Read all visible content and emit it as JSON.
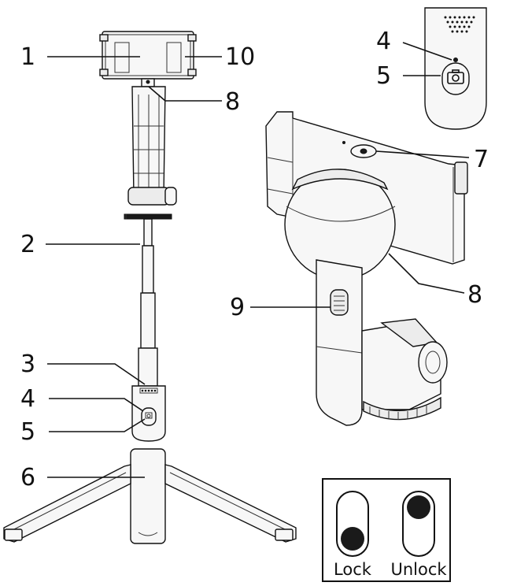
{
  "callouts": {
    "c1": "1",
    "c2": "2",
    "c3": "3",
    "c4_main": "4",
    "c5_main": "5",
    "c6": "6",
    "c4_inset": "4",
    "c5_inset": "5",
    "c7": "7",
    "c8_top": "8",
    "c8_head": "8",
    "c9": "9",
    "c10": "10"
  },
  "switch_legend": {
    "lock_label": "Lock",
    "unlock_label": "Unlock"
  },
  "colors": {
    "line": "#111111",
    "fill": "#f7f7f7",
    "knob": "#1a1a1a"
  }
}
